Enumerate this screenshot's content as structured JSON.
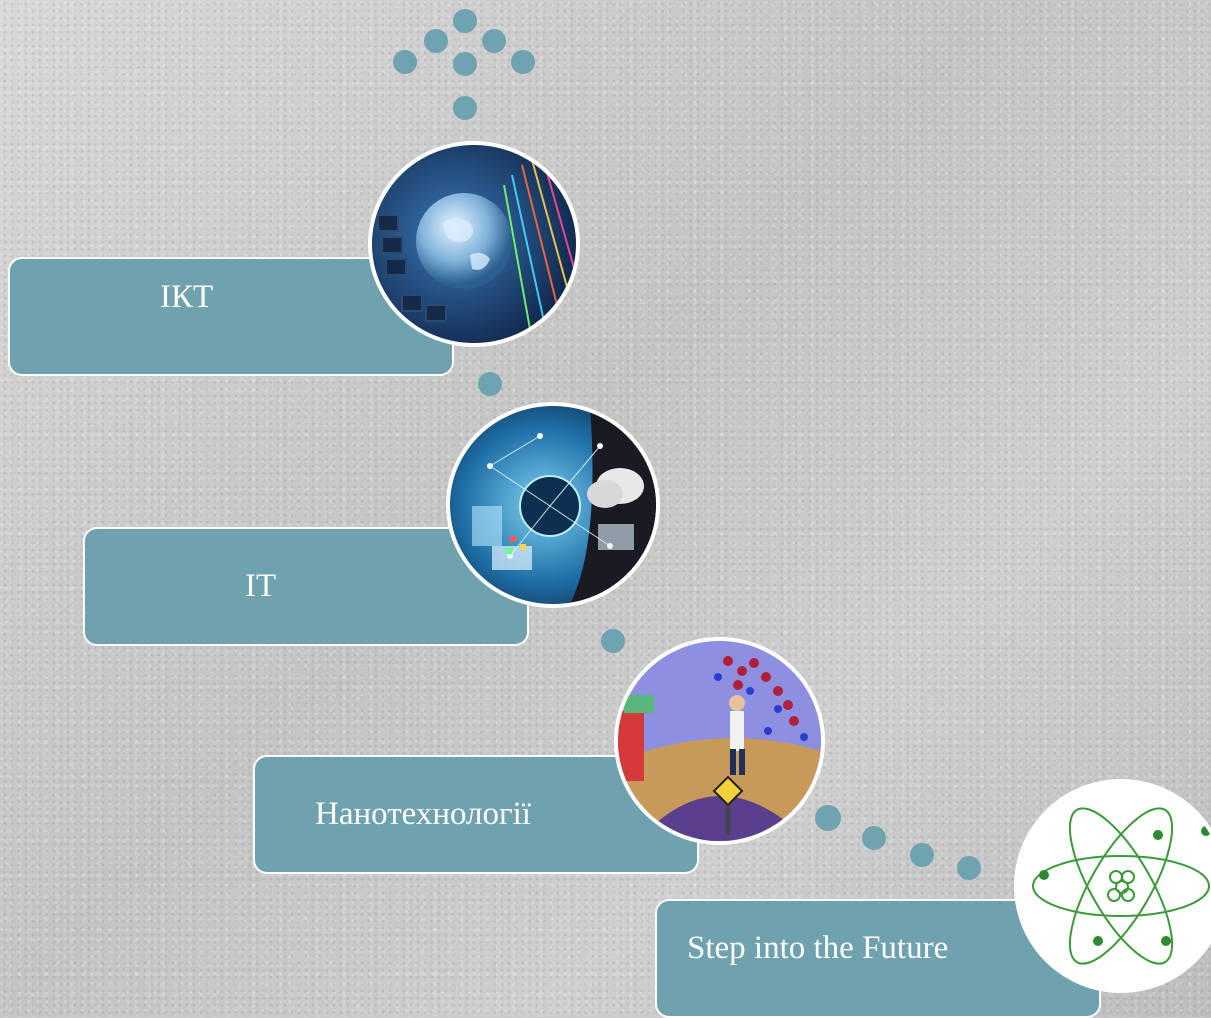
{
  "steps": [
    {
      "label": "ІКТ"
    },
    {
      "label": "IT"
    },
    {
      "label": "Нанотехнології"
    },
    {
      "label": "Step into the Future"
    }
  ],
  "colors": {
    "accent": "#6fa3b1",
    "box_fill": "#6fa1ae",
    "text": "#ffffff",
    "atom_green": "#3a9a3a"
  },
  "icons": [
    "globe-keyboard-image",
    "cloud-network-image",
    "molecule-people-image",
    "atom-icon"
  ]
}
